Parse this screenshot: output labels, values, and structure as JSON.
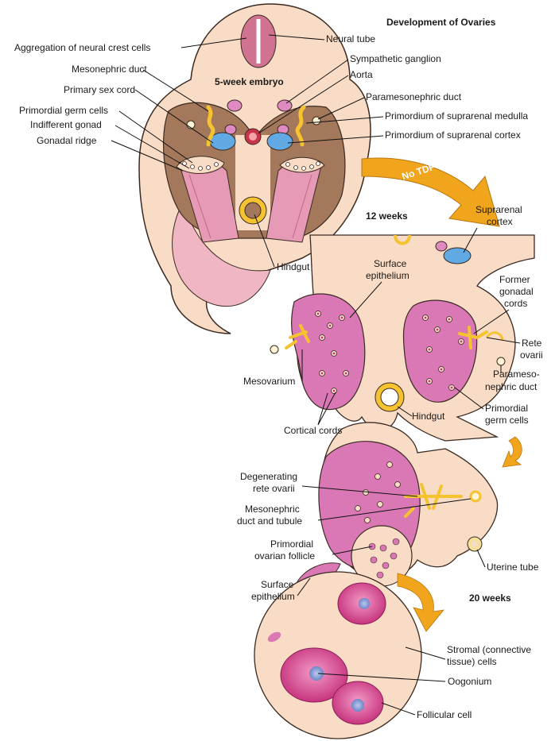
{
  "title": "Development of Ovaries",
  "stages": {
    "week5": "5-week embryo",
    "week12": "12 weeks",
    "week20": "20 weeks"
  },
  "arrow_label": "No TDF",
  "labels": {
    "neural_crest": "Aggregation of neural crest cells",
    "neural_tube": "Neural tube",
    "sympathetic_ganglion": "Sympathetic ganglion",
    "aorta": "Aorta",
    "paramesonephric_duct": "Paramesonephric duct",
    "suprarenal_medulla": "Primordium of suprarenal medulla",
    "suprarenal_cortex_primordium": "Primordium of suprarenal cortex",
    "mesonephric_duct": "Mesonephric duct",
    "primary_sex_cord": "Primary sex cord",
    "primordial_germ_cells": "Primordial germ cells",
    "indifferent_gonad": "Indifferent gonad",
    "gonadal_ridge": "Gonadal ridge",
    "hindgut_5wk": "Hindgut",
    "suprarenal_cortex_1": "Suprarenal",
    "suprarenal_cortex_2": "cortex",
    "surface_epithelium_1": "Surface",
    "surface_epithelium_2": "epithelium",
    "former_gonadal_1": "Former",
    "former_gonadal_2": "gonadal",
    "former_gonadal_3": "cords",
    "rete_ovarii_1": "Rete",
    "rete_ovarii_2": "ovarii",
    "parameso_1": "Parameso-",
    "parameso_2": "nephric duct",
    "mesovarium": "Mesovarium",
    "hindgut_12wk": "Hindgut",
    "primordial_germ_1": "Primordial",
    "primordial_germ_2": "germ cells",
    "cortical_cords": "Cortical cords",
    "degenerating_rete_1": "Degenerating",
    "degenerating_rete_2": "rete ovarii",
    "mesonephric_tubule_1": "Mesonephric",
    "mesonephric_tubule_2": "duct and tubule",
    "primordial_ovarian_1": "Primordial",
    "primordial_ovarian_2": "ovarian follicle",
    "uterine_tube": "Uterine tube",
    "surface_epi_20_1": "Surface",
    "surface_epi_20_2": "epithelium",
    "stromal_1": "Stromal (connective",
    "stromal_2": "tissue) cells",
    "oogonium": "Oogonium",
    "follicular_cell": "Follicular cell"
  },
  "colors": {
    "skin": "#f9dcc6",
    "tissue_outline": "#3a2a22",
    "gonad_pink": "#d978b4",
    "muscle_pink": "#e79ab6",
    "cavity_brown": "#a4785a",
    "arrow_orange": "#f0a51d",
    "duct_yellow": "#f5c230",
    "cortex_blue": "#61a9e3"
  }
}
